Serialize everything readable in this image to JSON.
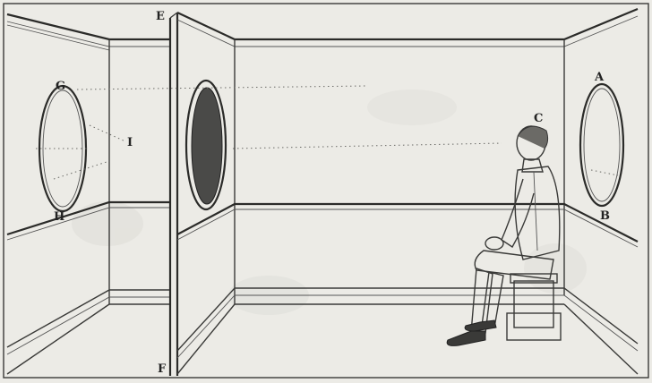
{
  "labels": {
    "a": "A",
    "b": "B",
    "c": "C",
    "e": "E",
    "f": "F",
    "g": "G",
    "h": "H",
    "i": "I"
  },
  "colors": {
    "paper": "#ecebe6",
    "ink": "#2b2b29",
    "mirror_glass": "#4a4a48"
  }
}
